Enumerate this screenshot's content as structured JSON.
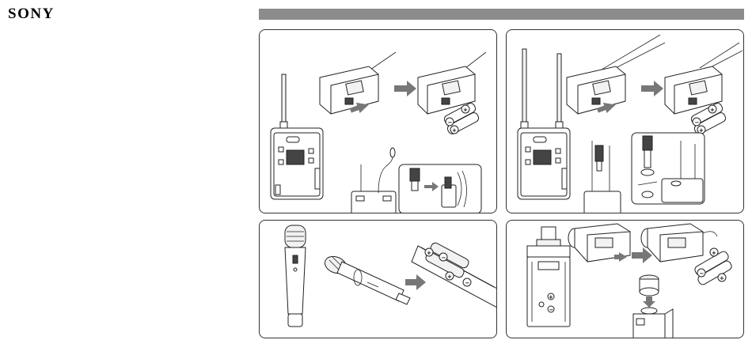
{
  "brand": {
    "logo_text": "SONY"
  },
  "colors": {
    "title_bar": "#8c8c8c",
    "border": "#333333",
    "arrow": "#777777"
  },
  "panels": [
    {
      "id": "bodypack-single-antenna-battery-insertion",
      "icons": [
        "transmitter-icon",
        "battery-icon",
        "arrow-icon",
        "microphone-connector-icon"
      ]
    },
    {
      "id": "bodypack-dual-antenna-battery-insertion",
      "icons": [
        "transmitter-icon",
        "battery-icon",
        "arrow-icon",
        "connector-icon"
      ]
    },
    {
      "id": "handheld-microphone-battery-insertion",
      "icons": [
        "handheld-microphone-icon",
        "battery-icon",
        "arrow-icon"
      ]
    },
    {
      "id": "plug-on-transmitter-battery-insertion",
      "icons": [
        "plug-on-transmitter-icon",
        "battery-icon",
        "arrow-icon",
        "xlr-connector-icon"
      ]
    }
  ],
  "symbols": {
    "plus": "+",
    "minus": "−"
  }
}
